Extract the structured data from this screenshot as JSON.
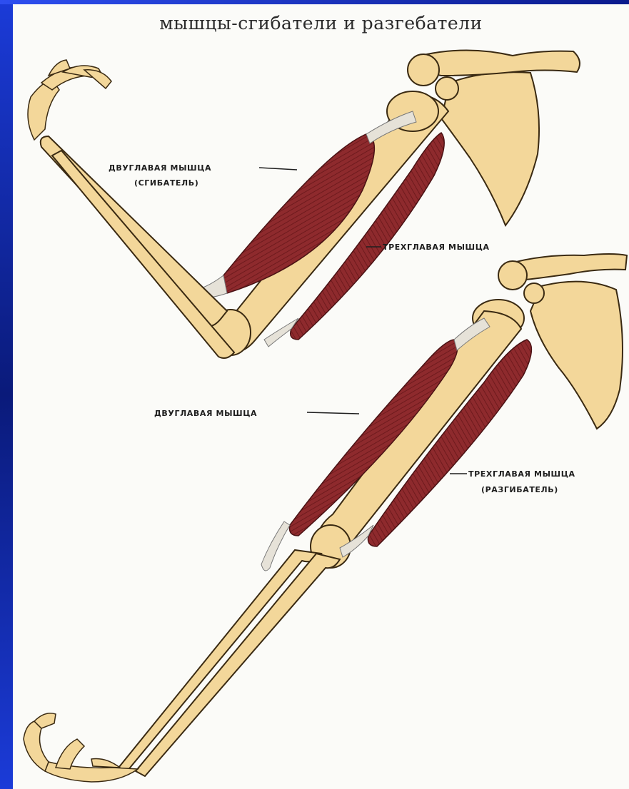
{
  "title": "мышцы-сгибатели и разгебатели",
  "labels": {
    "biceps_flexor": "ДВУГЛАВАЯ МЫШЦА",
    "biceps_flexor_note": "(СГИБАТЕЛЬ)",
    "triceps_top": "ТРЕХГЛАВАЯ МЫШЦА",
    "biceps_bottom": "ДВУГЛАВАЯ МЫШЦА",
    "triceps_extensor": "ТРЕХГЛАВАЯ МЫШЦА",
    "triceps_extensor_note": "(РАЗГИБАТЕЛЬ)"
  },
  "colors": {
    "bone": "#f3d79a",
    "bone_outline": "#3a2a12",
    "muscle": "#8e2a2d",
    "muscle_stripe": "#6e1a1d",
    "tendon": "#e6e2d8",
    "frame": "#0a1a8c"
  }
}
